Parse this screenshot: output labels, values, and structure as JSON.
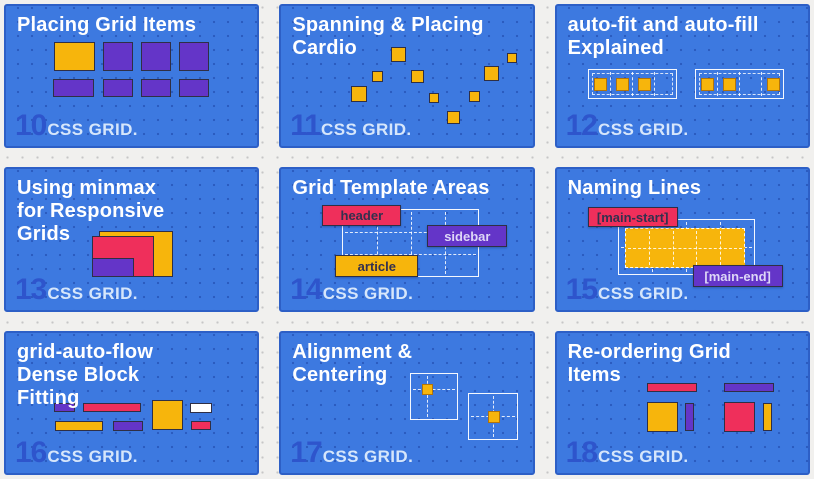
{
  "theme": {
    "page_bg": "#f1f0ee",
    "card_bg": "#3d79e0",
    "card_border": "#2d5fc6",
    "yellow": "#f7b50c",
    "purple": "#6435c8",
    "red": "#ef2f5b",
    "white": "#ffffff",
    "ink": "#2f2f45",
    "number_color": "#2e55cc",
    "brand_text": "#d6e6fb",
    "title_color": "#ffffff"
  },
  "brand": "CSS GRID.",
  "cards": [
    {
      "number": "10",
      "title": "Placing Grid Items"
    },
    {
      "number": "11",
      "title": "Spanning & Placing Cardio"
    },
    {
      "number": "12",
      "title": "auto-fit and auto-fill Explained"
    },
    {
      "number": "13",
      "title": "Using minmax for Responsive Grids"
    },
    {
      "number": "14",
      "title": "Grid Template Areas",
      "areas": {
        "header": "header",
        "sidebar": "sidebar",
        "article": "article"
      }
    },
    {
      "number": "15",
      "title": "Naming Lines",
      "lines": {
        "start": "[main-start]",
        "end": "[main-end]"
      }
    },
    {
      "number": "16",
      "title": "grid-auto-flow Dense Block Fitting"
    },
    {
      "number": "17",
      "title": "Alignment & Centering"
    },
    {
      "number": "18",
      "title": "Re-ordering Grid Items"
    }
  ]
}
